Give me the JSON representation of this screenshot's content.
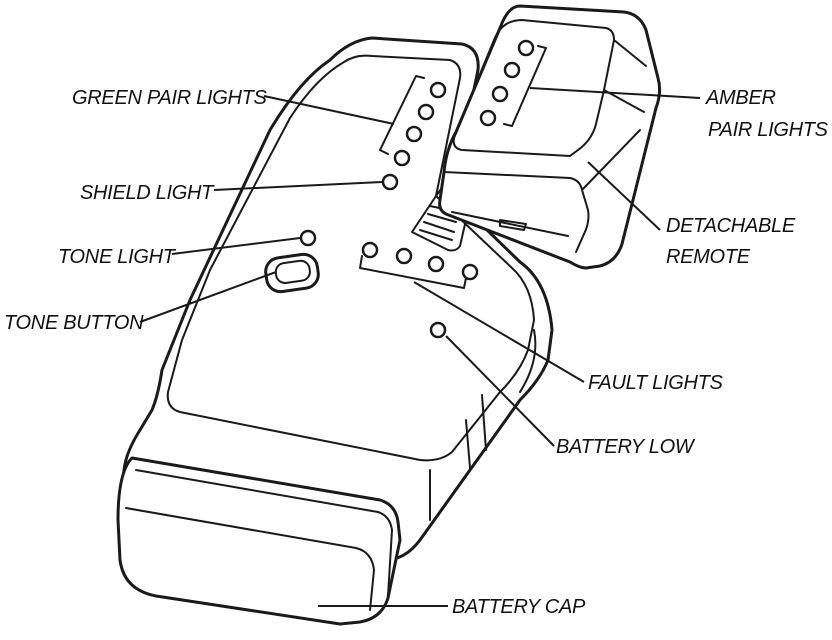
{
  "labels": {
    "green_pair_lights": "GREEN PAIR LIGHTS",
    "amber_pair_lights_line1": "AMBER",
    "amber_pair_lights_line2": "PAIR LIGHTS",
    "shield_light": "SHIELD LIGHT",
    "detachable_remote_line1": "DETACHABLE",
    "detachable_remote_line2": "REMOTE",
    "tone_light": "TONE LIGHT",
    "tone_button": "TONE BUTTON",
    "fault_lights": "FAULT LIGHTS",
    "battery_low": "BATTERY LOW",
    "battery_cap": "BATTERY CAP"
  },
  "colors": {
    "line": "#1a1a1a",
    "background": "#ffffff"
  }
}
